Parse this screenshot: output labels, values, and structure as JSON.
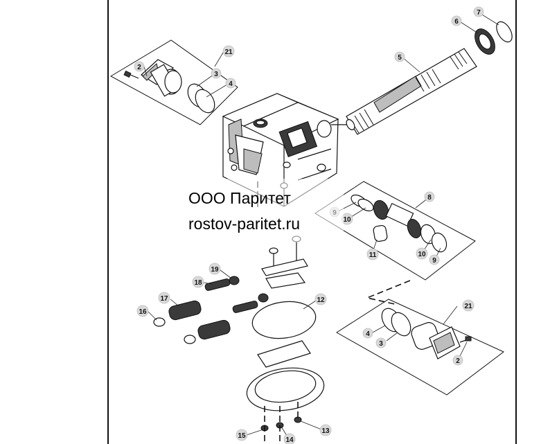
{
  "watermark": {
    "line1": "ООО Паритет",
    "line2": "rostov-paritet.ru"
  },
  "callouts": [
    {
      "id": "c21a",
      "label": "21"
    },
    {
      "id": "c2a",
      "label": "2"
    },
    {
      "id": "c3a",
      "label": "3"
    },
    {
      "id": "c4a",
      "label": "4"
    },
    {
      "id": "c5",
      "label": "5"
    },
    {
      "id": "c6",
      "label": "6"
    },
    {
      "id": "c7",
      "label": "7"
    },
    {
      "id": "c8",
      "label": "8"
    },
    {
      "id": "c9a",
      "label": "9"
    },
    {
      "id": "c10a",
      "label": "10"
    },
    {
      "id": "c11",
      "label": "11"
    },
    {
      "id": "c10b",
      "label": "10"
    },
    {
      "id": "c9b",
      "label": "9"
    },
    {
      "id": "c19",
      "label": "19"
    },
    {
      "id": "c18",
      "label": "18"
    },
    {
      "id": "c17",
      "label": "17"
    },
    {
      "id": "c16",
      "label": "16"
    },
    {
      "id": "c12",
      "label": "12"
    },
    {
      "id": "c21b",
      "label": "21"
    },
    {
      "id": "c4b",
      "label": "4"
    },
    {
      "id": "c3b",
      "label": "3"
    },
    {
      "id": "c2b",
      "label": "2"
    },
    {
      "id": "c13",
      "label": "13"
    },
    {
      "id": "c15",
      "label": "15"
    },
    {
      "id": "c14",
      "label": "14"
    }
  ]
}
